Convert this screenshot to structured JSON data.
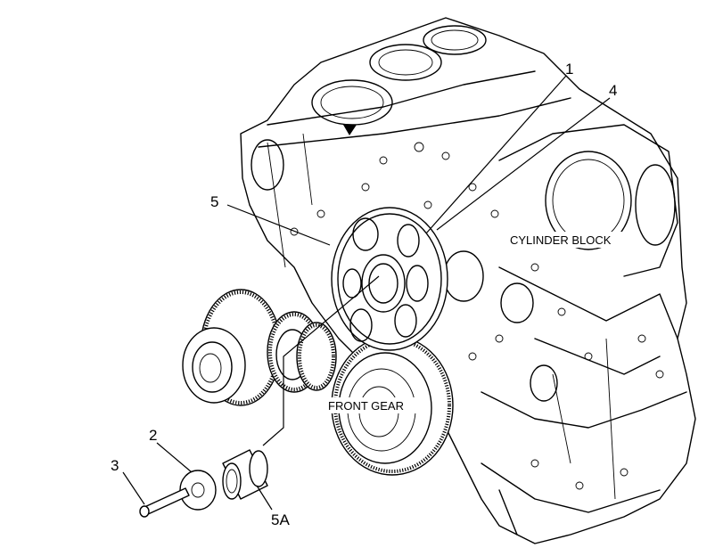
{
  "callouts": {
    "c1": "1",
    "c2": "2",
    "c3": "3",
    "c4": "4",
    "c5": "5",
    "c5a": "5A"
  },
  "labels": {
    "cylinder_block": "CYLINDER BLOCK",
    "front_gear": "FRONT GEAR"
  }
}
